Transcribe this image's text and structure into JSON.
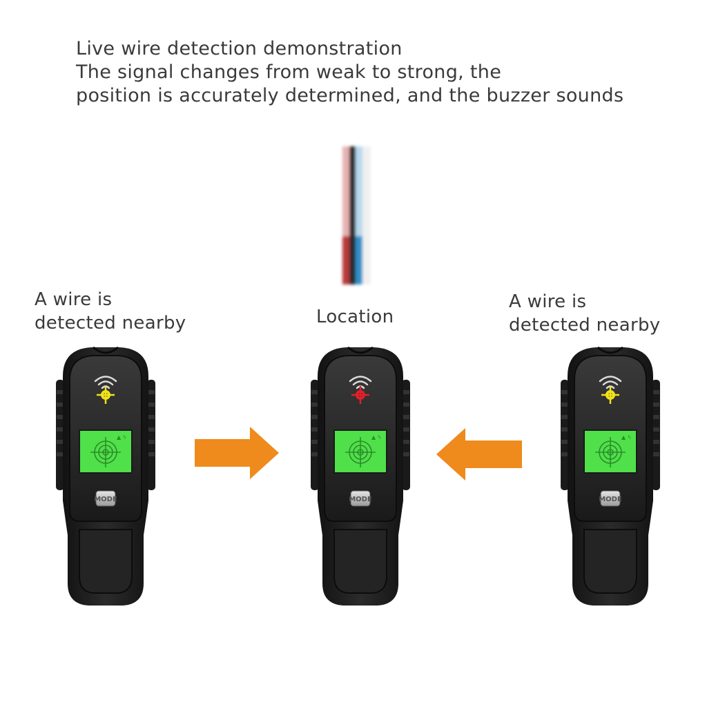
{
  "heading": {
    "line1": "Live wire detection demonstration",
    "line2": "The signal changes from weak to strong, the",
    "line3": "position is accurately determined, and the buzzer sounds"
  },
  "labels": {
    "left": {
      "line1": "A wire is",
      "line2": "detected nearby"
    },
    "middle": "Location",
    "right": {
      "line1": "A wire is",
      "line2": "detected nearby"
    }
  },
  "devices": [
    {
      "id": "left",
      "indicator_color": "#f2e21a",
      "button_label": "MODE"
    },
    {
      "id": "middle",
      "indicator_color": "#e0202a",
      "button_label": "MODE"
    },
    {
      "id": "right",
      "indicator_color": "#f2e21a",
      "button_label": "MODE"
    }
  ],
  "colors": {
    "arrow": "#ef8a1c",
    "screen": "#4fe04a",
    "device_body": "#1f1f1f",
    "wire_red": "#b83a3a",
    "wire_black": "#2a2a2a",
    "wire_blue": "#2f8fc8",
    "wire_white": "#e8e8e8"
  },
  "icons": [
    "signal-waves-icon",
    "crosshair-target-icon",
    "right-arrow-icon",
    "left-arrow-icon",
    "wire-bundle-icon"
  ]
}
